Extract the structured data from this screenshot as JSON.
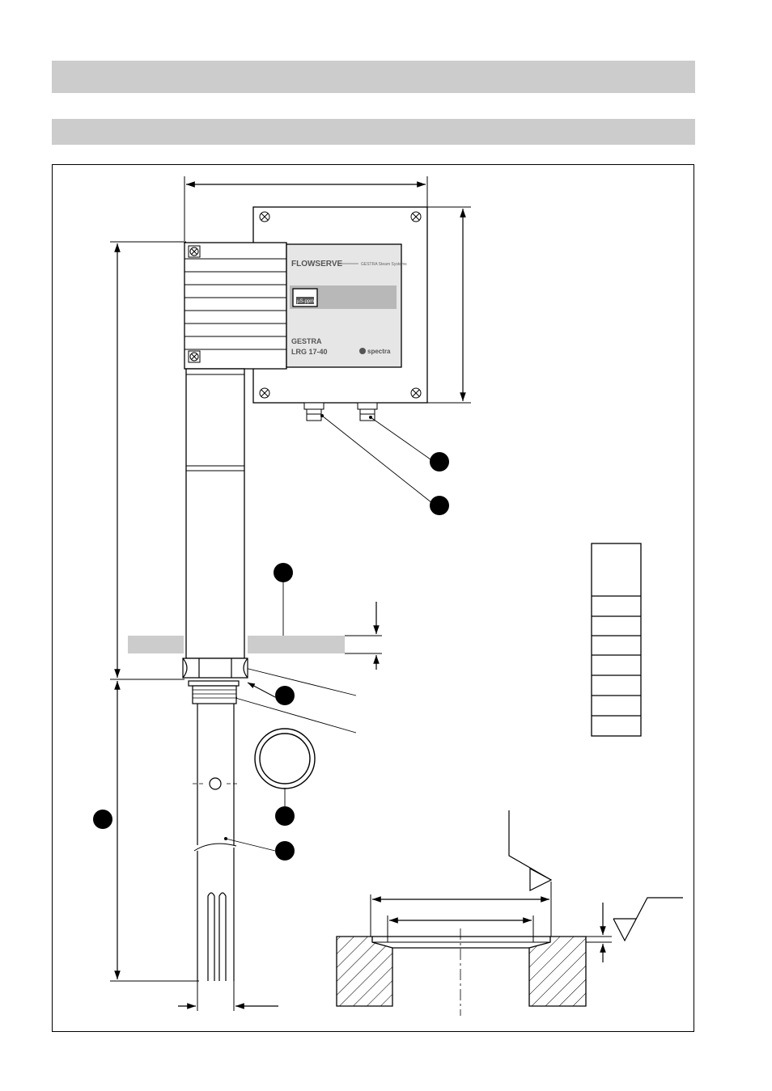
{
  "housing": {
    "brand_logo": "FLOWSERVE",
    "subtitle": "GESTRA Steam Systems",
    "display_label": "µS-ppm",
    "maker": "GESTRA",
    "model": "LRG 17-40",
    "partner_logo": "spectra"
  },
  "colors": {
    "bar_gray": "#cccccc",
    "label_panel": "#e6e6e6",
    "display_strip": "#b8b8b8",
    "ink": "#000000"
  }
}
